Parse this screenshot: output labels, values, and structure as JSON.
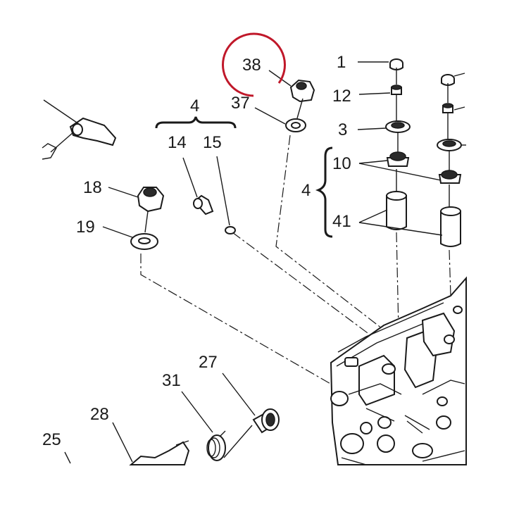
{
  "colors": {
    "ink": "#1a1a1a",
    "highlight": "#c0182a",
    "background": "#ffffff"
  },
  "callouts": {
    "p1": "1",
    "p12": "12",
    "p3": "3",
    "p10": "10",
    "p41": "41",
    "p4_group_right": "4",
    "p4_group_left": "4",
    "p14": "14",
    "p15": "15",
    "p18": "18",
    "p19": "19",
    "p37": "37",
    "p38": "38",
    "p27": "27",
    "p31": "31",
    "p28": "28",
    "p25": "25"
  },
  "highlighted_callout": "38"
}
